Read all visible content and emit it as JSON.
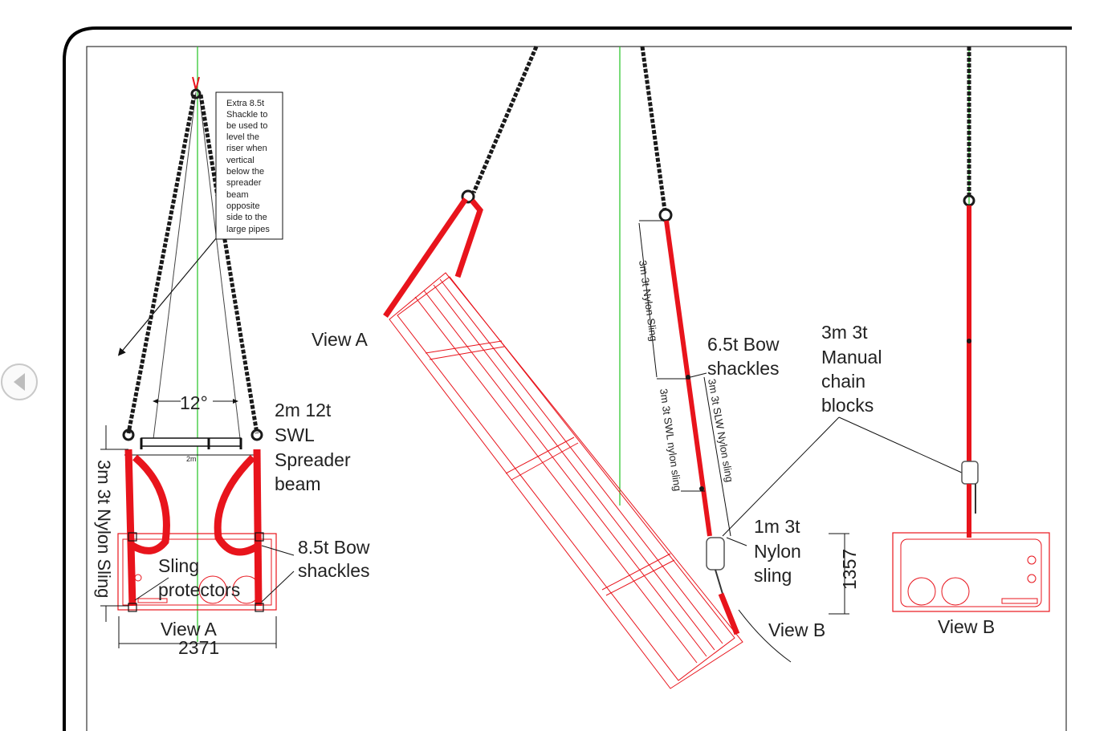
{
  "viewer": {
    "prev_icon": "chevron-left-icon"
  },
  "colors": {
    "sling": "#e8141c",
    "frame": "#e8141c",
    "chain": "#1a1a1a",
    "centerline": "#22c322",
    "line": "#111111"
  },
  "note_box": {
    "lines": [
      "Extra 8.5t",
      "Shackle to",
      "be used to",
      "level the",
      "riser when",
      "vertical",
      "below the",
      "spreader",
      "beam",
      "opposite",
      "side to the",
      "large pipes"
    ]
  },
  "labels": {
    "angle": "12°",
    "beam_length": "2m",
    "spreader_beam": [
      "2m 12t",
      "SWL",
      "Spreader",
      "beam"
    ],
    "nylon_sling_a": "3m 3t Nylon Sling",
    "sling_protectors": [
      "Sling",
      "protectors"
    ],
    "bow_shackles_85": [
      "8.5t Bow",
      "shackles"
    ],
    "view_a_bottom": "View A",
    "width_dim": "2371",
    "view_a_side": "View A",
    "nylon_sling_rot": "3m 3t Nylon Sling",
    "bow_shackles_65": [
      "6.5t Bow",
      "shackles"
    ],
    "swl_sling_rot": "3m 3t SWL nylon sling",
    "slw_sling_rot": "3m 3t SLW Nylon sling",
    "chain_blocks": [
      "3m 3t",
      "Manual",
      "chain",
      "blocks"
    ],
    "nylon_sling_1m": [
      "1m 3t",
      "Nylon",
      "sling"
    ],
    "height_dim": "1357",
    "view_b_mid": "View B",
    "view_b_right": "View B"
  }
}
